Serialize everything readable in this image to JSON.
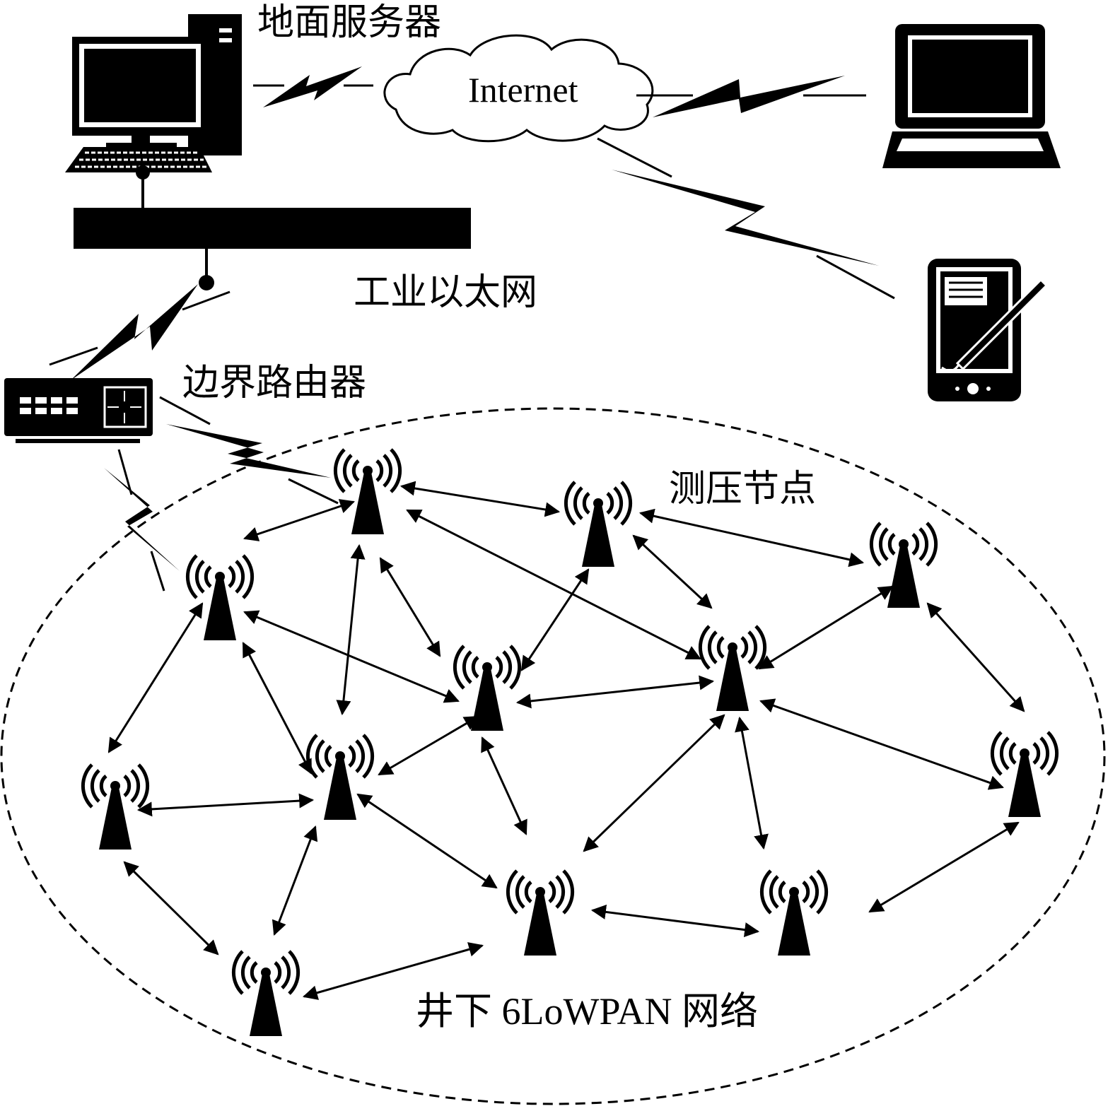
{
  "labels": {
    "ground_server": "地面服务器",
    "internet": "Internet",
    "industrial_ethernet": "工业以太网",
    "border_router": "边界路由器",
    "pressure_node": "测压节点",
    "underground_network": "井下 6LoWPAN 网络"
  },
  "icons": {
    "server": "desktop-computer-icon",
    "cloud": "cloud-icon",
    "laptop": "laptop-icon",
    "pda": "pda-tablet-icon",
    "router": "router-icon",
    "node": "antenna-tower-icon",
    "wireless_link": "lightning-bolt-icon"
  },
  "colors": {
    "ink": "#000000",
    "background": "#ffffff"
  }
}
